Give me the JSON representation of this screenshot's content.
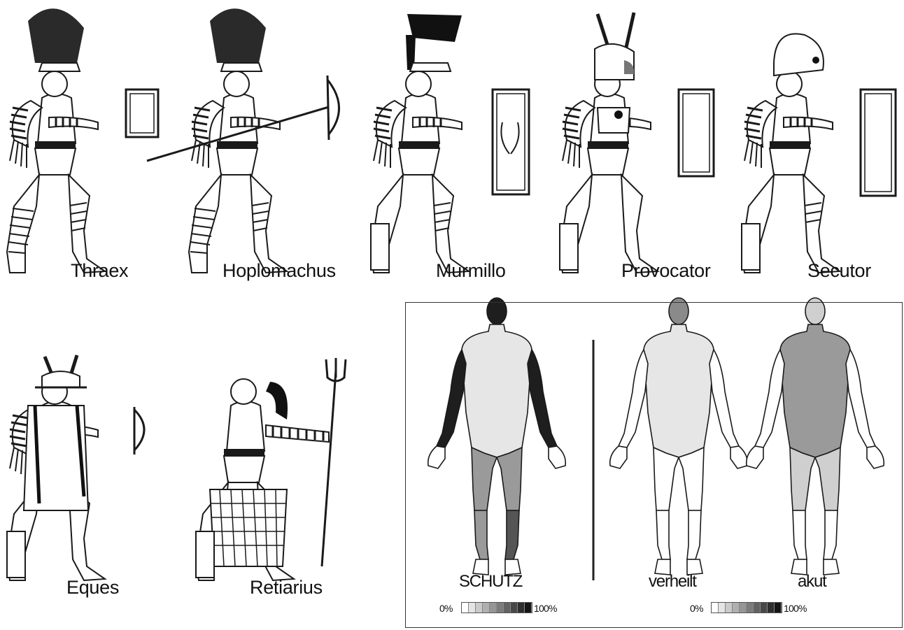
{
  "gladiators": [
    {
      "name": "Thraex"
    },
    {
      "name": "Hoplomachus"
    },
    {
      "name": "Murmillo"
    },
    {
      "name": "Provocator"
    },
    {
      "name": "Secutor"
    },
    {
      "name": "Eques"
    },
    {
      "name": "Retiarius"
    }
  ],
  "legend_panel": {
    "figures": [
      {
        "label": "SCHUTZ"
      },
      {
        "label": "verheilt"
      },
      {
        "label": "akut"
      }
    ],
    "scales": [
      {
        "min_label": "0%",
        "max_label": "100%"
      },
      {
        "min_label": "0%",
        "max_label": "100%"
      }
    ],
    "scale_colors": [
      "#ffffff",
      "#e4e4e4",
      "#cacaca",
      "#b0b0b0",
      "#969696",
      "#7c7c7c",
      "#626262",
      "#484848",
      "#2e2e2e",
      "#141414"
    ]
  },
  "colors": {
    "line": "#1a1a1a",
    "dark_fill": "#1e1e1e",
    "mid_fill": "#9a9a9a",
    "light_fill": "#cfcfcf",
    "pale_fill": "#e6e6e6"
  }
}
